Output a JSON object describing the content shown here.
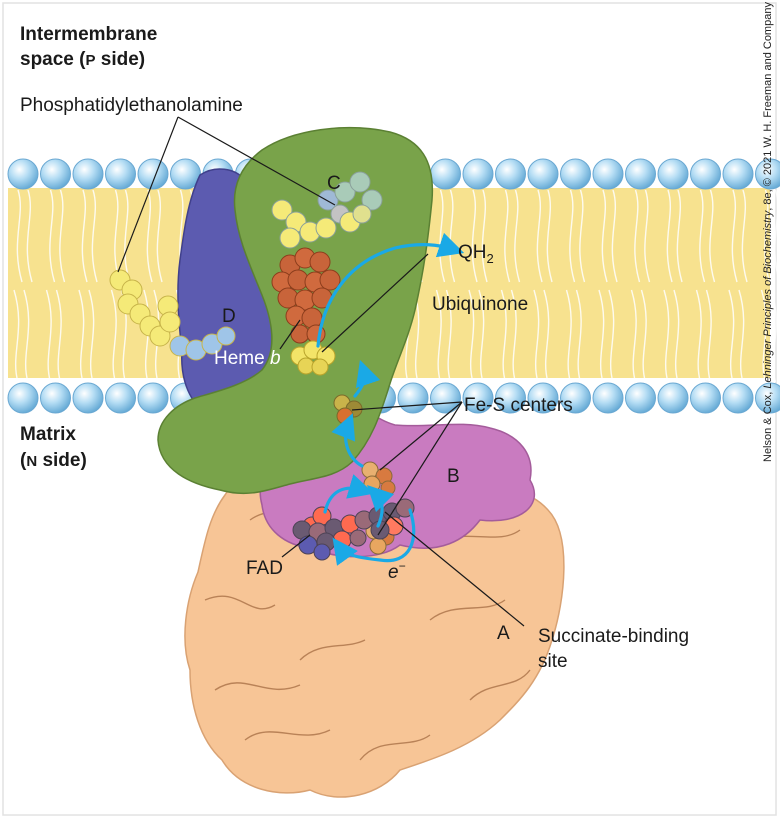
{
  "side_labels": {
    "p_side_line1": "Intermembrane",
    "p_side_line2_a": "space (",
    "p_side_line2_b": "P",
    "p_side_line2_c": " side)",
    "n_side_line1": "Matrix",
    "n_side_line2_a": "(",
    "n_side_line2_b": "N",
    "n_side_line2_c": " side)"
  },
  "labels": {
    "phosphatidylethanolamine": "Phosphatidylethanolamine",
    "qh2_main": "QH",
    "qh2_sub": "2",
    "ubiquinone": "Ubiquinone",
    "fes_centers": "Fe-S centers",
    "heme_a": "Heme ",
    "heme_b": "b",
    "fad": "FAD",
    "electron": "e",
    "electron_sup": "−",
    "succinate_line1": "Succinate-binding",
    "succinate_line2": "site"
  },
  "subunits": {
    "a": "A",
    "b": "B",
    "c": "C",
    "d": "D"
  },
  "credit": {
    "a": "Nelson & Cox, ",
    "b": "Lehninger Principles of Biochemistry",
    "c": ", 8e, © 2021 W. H. Freeman and Company"
  },
  "colors": {
    "membrane": "#f7e28f",
    "lipid_head": "#9fd1ee",
    "subunit_a": "#f7c596",
    "subunit_b": "#c97bc0",
    "subunit_c": "#79a34a",
    "subunit_d": "#5c5bb0",
    "heme": "#c8643a",
    "ubiquinone": "#f3e468",
    "arrow": "#1aa9e6"
  }
}
